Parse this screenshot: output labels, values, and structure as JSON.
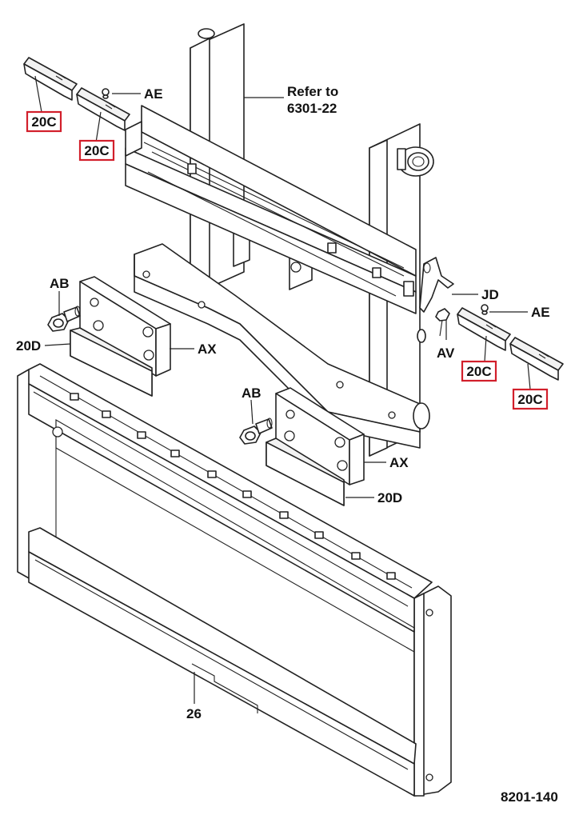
{
  "labels": {
    "ae_top": "AE",
    "ae_right": "AE",
    "refer_line1": "Refer to",
    "refer_line2": "6301-22",
    "jd": "JD",
    "ab_left": "AB",
    "ab_right": "AB",
    "ax_left": "AX",
    "ax_right": "AX",
    "d20_left": "20D",
    "d20_right": "20D",
    "av": "AV",
    "part26": "26",
    "drawing_number": "8201-140"
  },
  "callouts": {
    "c1": "20C",
    "c2": "20C",
    "c3": "20C",
    "c4": "20C"
  },
  "colors": {
    "callout_border": "#d21f2b",
    "line": "#222222"
  }
}
